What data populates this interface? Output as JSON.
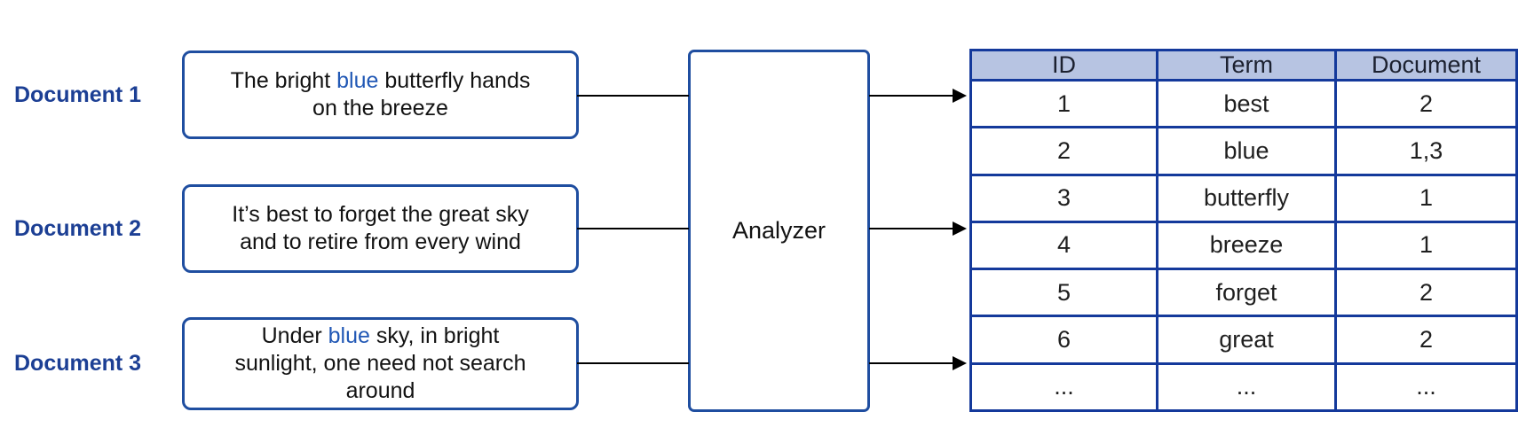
{
  "diagram": {
    "documents": [
      {
        "label": "Document 1",
        "lines": [
          [
            {
              "t": "The bright "
            },
            {
              "t": "blue",
              "accent": true
            },
            {
              "t": " butterfly hands"
            }
          ],
          [
            {
              "t": "on the breeze"
            }
          ]
        ]
      },
      {
        "label": "Document 2",
        "lines": [
          [
            {
              "t": "It’s best to forget the great sky"
            }
          ],
          [
            {
              "t": "and to retire from every wind"
            }
          ]
        ]
      },
      {
        "label": "Document 3",
        "lines": [
          [
            {
              "t": "Under "
            },
            {
              "t": "blue",
              "accent": true
            },
            {
              "t": " sky, in bright"
            }
          ],
          [
            {
              "t": "sunlight, one need not search"
            }
          ],
          [
            {
              "t": "around"
            }
          ]
        ]
      }
    ],
    "analyzer": {
      "label": "Analyzer"
    },
    "table": {
      "headers": [
        "ID",
        "Term",
        "Document"
      ],
      "rows": [
        {
          "id": "1",
          "term": "best",
          "doc": "2",
          "accent": false
        },
        {
          "id": "2",
          "term": "blue",
          "doc": "1,3",
          "accent": true
        },
        {
          "id": "3",
          "term": "butterfly",
          "doc": "1",
          "accent": false
        },
        {
          "id": "4",
          "term": "breeze",
          "doc": "1",
          "accent": false
        },
        {
          "id": "5",
          "term": "forget",
          "doc": "2",
          "accent": false
        },
        {
          "id": "6",
          "term": "great",
          "doc": "2",
          "accent": false
        },
        {
          "id": "...",
          "term": "...",
          "doc": "...",
          "accent": false
        }
      ]
    },
    "colors": {
      "box_border": "#1f4ea0",
      "table_border": "#14399b",
      "header_fill": "#b7c4e2",
      "label_blue": "#1c3f94",
      "accent_blue": "#2158b5",
      "connector_black": "#000000"
    }
  }
}
